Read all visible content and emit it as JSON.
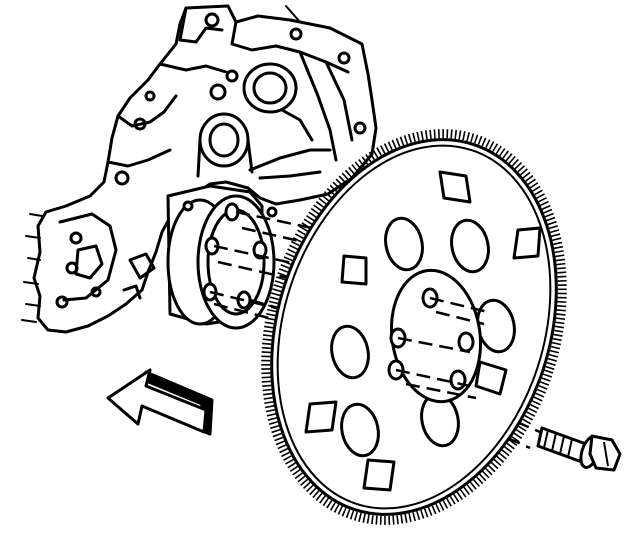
{
  "figure": {
    "kind": "exploded-view line drawing",
    "colors": {
      "ink": "#000000",
      "paper": "#ffffff"
    },
    "parts": [
      "engine-block-rear-housing",
      "crankshaft-flange",
      "flexplate",
      "ring-gear",
      "flexplate-bolt",
      "installation-direction-arrow"
    ]
  }
}
